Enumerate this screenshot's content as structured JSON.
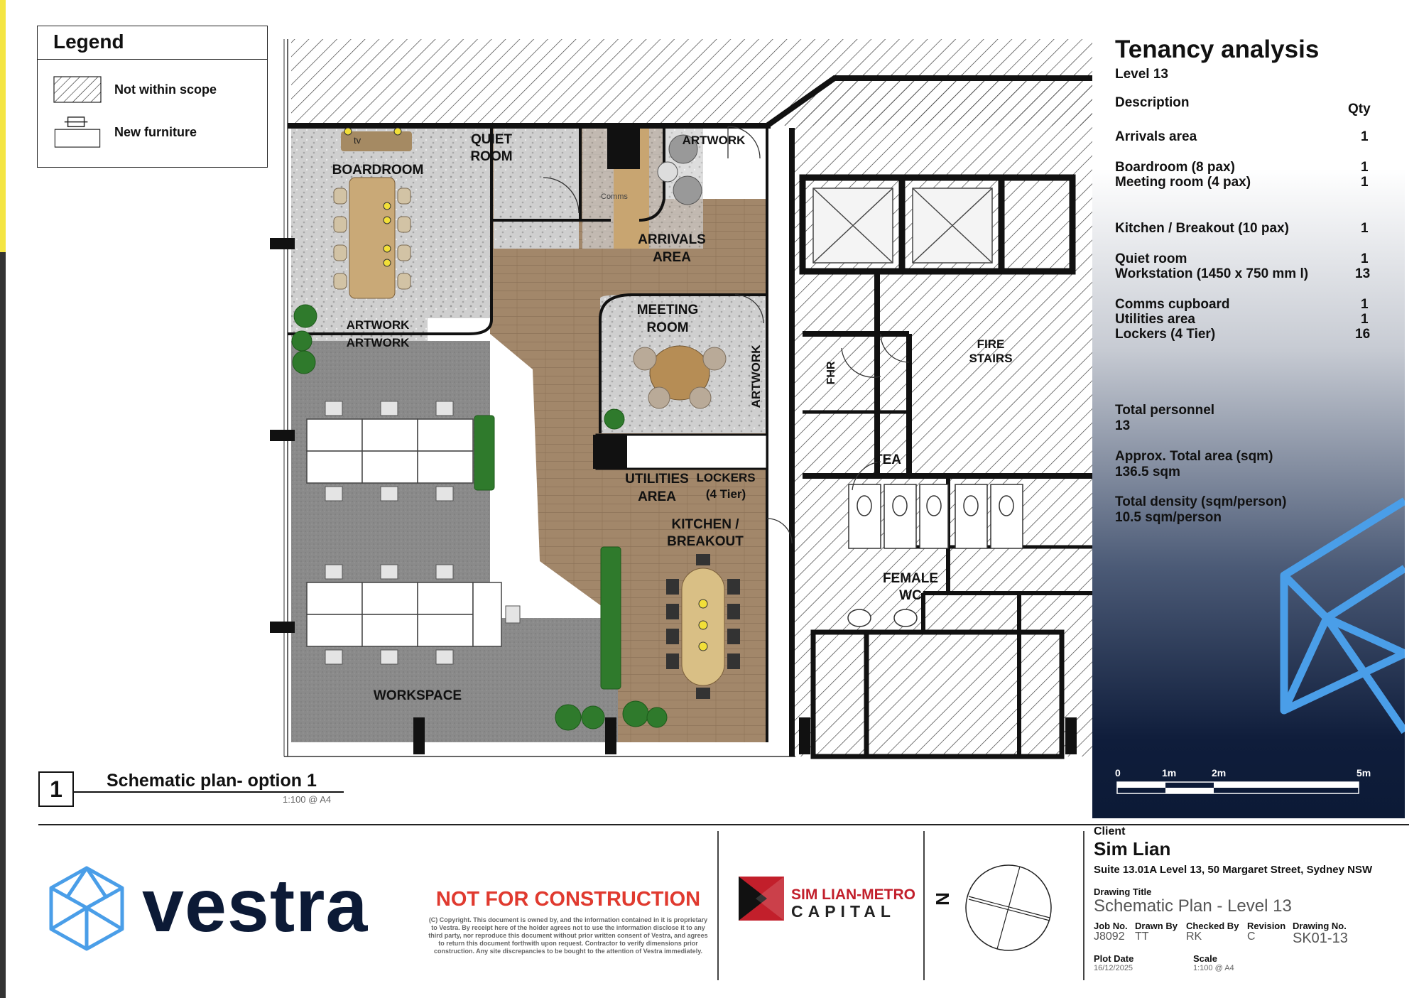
{
  "legend": {
    "title": "Legend",
    "items": [
      {
        "label": "Not within scope",
        "icon": "hatch-swatch-icon"
      },
      {
        "label": "New furniture",
        "icon": "furniture-swatch-icon"
      }
    ]
  },
  "rooms": {
    "quiet_room": "QUIET",
    "quiet_room_2": "ROOM",
    "boardroom": "BOARDROOM",
    "artwork_top": "ARTWORK",
    "artwork_left_1": "ARTWORK",
    "artwork_left_2": "ARTWORK",
    "artwork_meeting": "ARTWORK",
    "arrivals_1": "ARRIVALS",
    "arrivals_2": "AREA",
    "meeting_1": "MEETING",
    "meeting_2": "ROOM",
    "utilities_1": "UTILITIES",
    "utilities_2": "AREA",
    "lockers_1": "LOCKERS",
    "lockers_2": "(4 Tier)",
    "kitchen_1": "KITCHEN /",
    "kitchen_2": "BREAKOUT",
    "workspace": "WORKSPACE",
    "fire_stairs_1": "FIRE",
    "fire_stairs_2": "STAIRS",
    "fhr": "FHR",
    "tea": "TEA",
    "female_wc_1": "FEMALE",
    "female_wc_2": "WC",
    "tv": "tv",
    "comms": "Comms"
  },
  "tenancy": {
    "title": "Tenancy analysis",
    "level": "Level 13",
    "description_header": "Description",
    "qty_header": "Qty",
    "rows": [
      {
        "label": "Arrivals area",
        "qty": "1"
      },
      {
        "label": "Boardroom (8 pax)",
        "qty": "1"
      },
      {
        "label": "Meeting room (4 pax)",
        "qty": "1"
      },
      {
        "label": "Kitchen / Breakout (10 pax)",
        "qty": "1"
      },
      {
        "label": "Quiet room",
        "qty": "1"
      },
      {
        "label": "Workstation (1450 x 750 mm l)",
        "qty": "13"
      },
      {
        "label": "Comms cupboard",
        "qty": "1"
      },
      {
        "label": "Utilities area",
        "qty": "1"
      },
      {
        "label": "Lockers (4 Tier)",
        "qty": "16"
      }
    ],
    "totals": [
      {
        "label": "Total personnel",
        "value": "13"
      },
      {
        "label": "Approx. Total area (sqm)",
        "value": "136.5 sqm"
      },
      {
        "label": "Total density (sqm/person)",
        "value": "10.5 sqm/person"
      }
    ],
    "scale_labels": [
      "0",
      "1m",
      "2m",
      "5m"
    ]
  },
  "plan": {
    "number": "1",
    "title": "Schematic plan- option 1",
    "scale": "1:100 @ A4"
  },
  "footer": {
    "brand": "vestra",
    "not_for_construction": "NOT FOR CONSTRUCTION",
    "copyright": "(C) Copyright. This document is owned by, and the information contained in it is proprietary to Vestra. By receipt here of the holder agrees not to use the information disclose it to any third party, nor reproduce this document without prior written consent of Vestra, and agrees to return this document forthwith upon request. Contractor to verify dimensions prior construction. Any site discrepancies to be bought to the attention of Vestra immediately.",
    "partner_line1": "SIM LIAN-METRO",
    "partner_line2": "CAPITAL",
    "north": "N",
    "client_label": "Client",
    "client": "Sim Lian",
    "address": "Suite 13.01A Level 13, 50 Margaret Street, Sydney NSW",
    "drawing_title_label": "Drawing Title",
    "drawing_title": "Schematic Plan - Level 13",
    "job_no_label": "Job No.",
    "job_no": "J8092",
    "drawn_by_label": "Drawn By",
    "drawn_by": "TT",
    "checked_by_label": "Checked By",
    "checked_by": "RK",
    "revision_label": "Revision",
    "revision": "C",
    "drawing_no_label": "Drawing No.",
    "drawing_no": "SK01-13",
    "plot_date_label": "Plot Date",
    "plot_date": "16/12/2025",
    "scale_label": "Scale",
    "scale": "1:100 @ A4"
  },
  "colors": {
    "navy": "#0c1a36",
    "accent_blue": "#4a9ee8",
    "warning_red": "#e03a2f",
    "timber": "#a2876a",
    "carpet": "#8a8a8a"
  }
}
